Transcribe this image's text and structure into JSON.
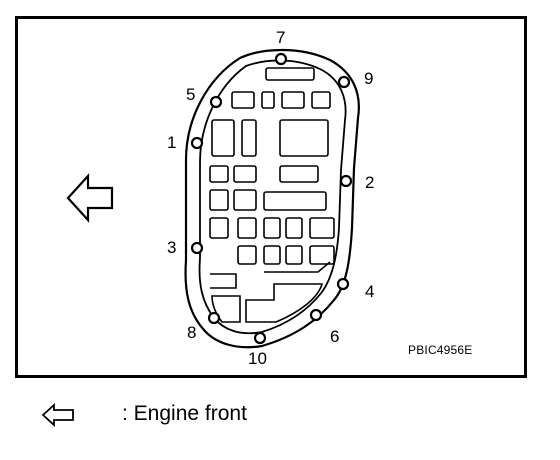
{
  "figure": {
    "code": "PBIC4956E",
    "icons": {
      "front_arrow": "hollow-left-arrow-icon",
      "bolt": "bolt-hole-icon"
    }
  },
  "bolts": [
    {
      "label": "1"
    },
    {
      "label": "2"
    },
    {
      "label": "3"
    },
    {
      "label": "4"
    },
    {
      "label": "5"
    },
    {
      "label": "6"
    },
    {
      "label": "7"
    },
    {
      "label": "8"
    },
    {
      "label": "9"
    },
    {
      "label": "10"
    }
  ],
  "legend": {
    "text": ": Engine front",
    "icon": "hollow-left-arrow-icon"
  }
}
